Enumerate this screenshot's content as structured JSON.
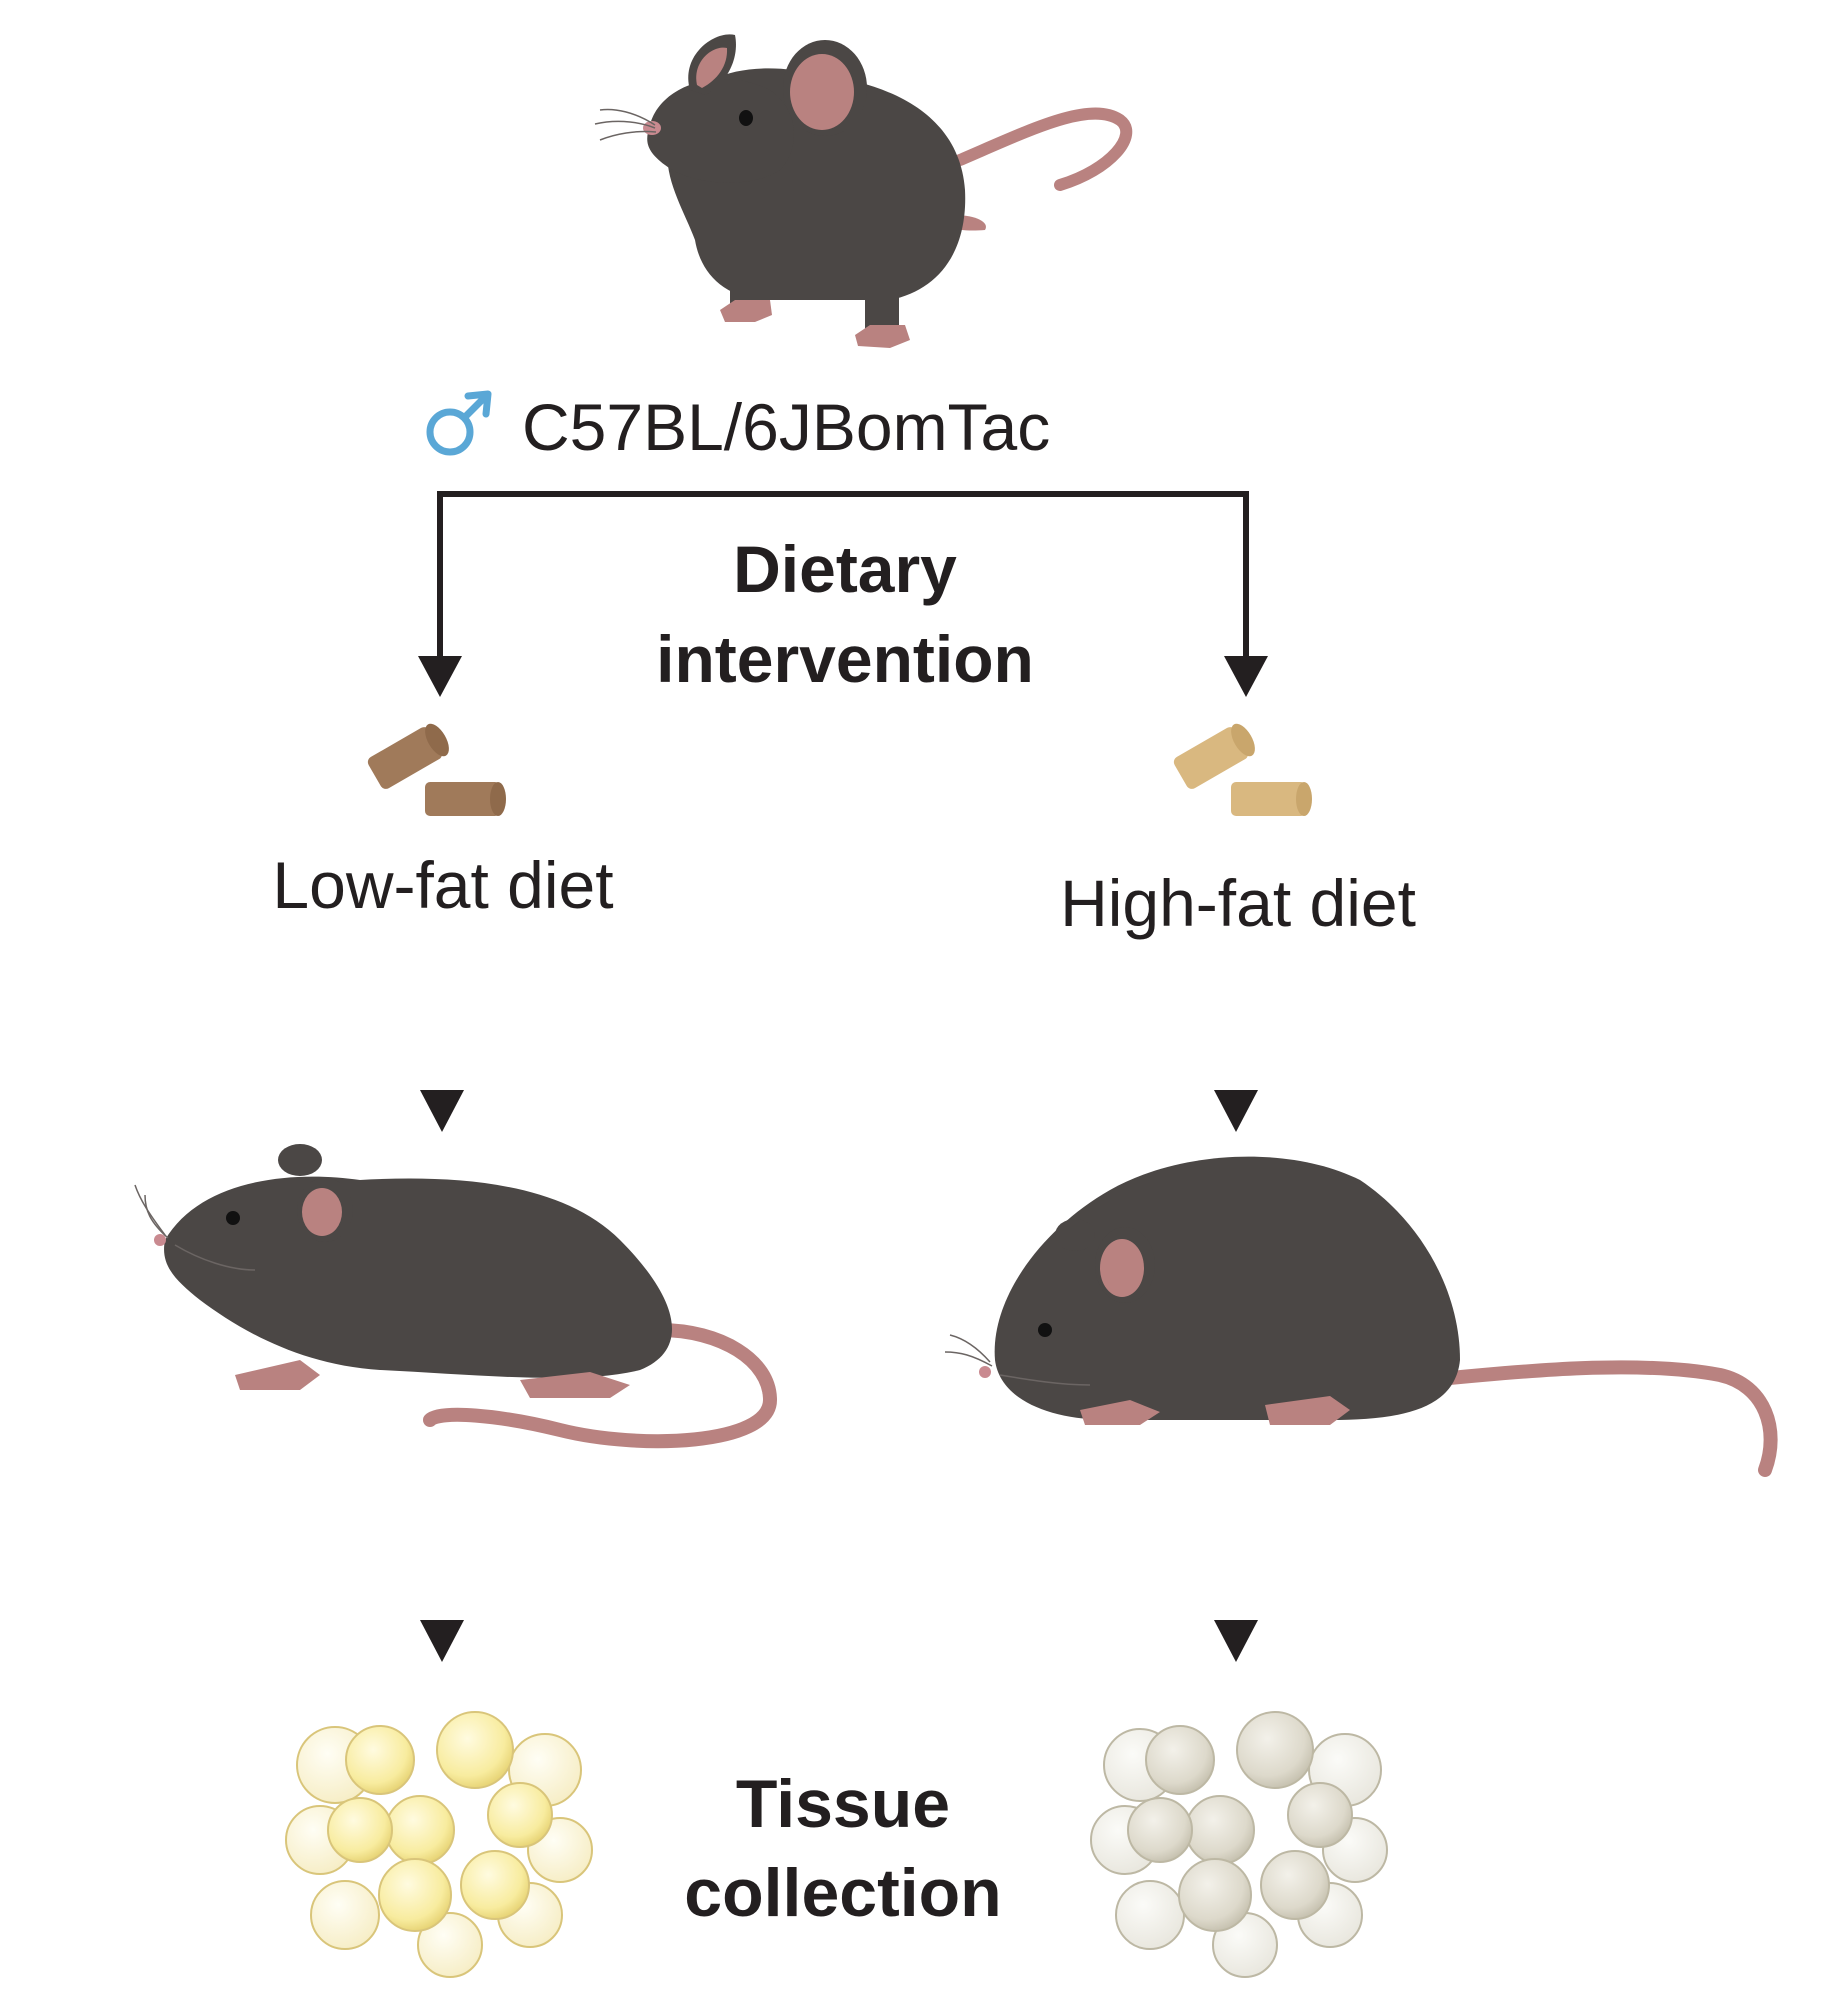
{
  "strain": {
    "sex_symbol": "♂",
    "name": "C57BL/6JBomTac"
  },
  "intervention": {
    "line1": "Dietary",
    "line2": "intervention"
  },
  "diets": {
    "low": {
      "label": "Low-fat diet"
    },
    "high": {
      "label": "High-fat diet"
    }
  },
  "collection": {
    "line1": "Tissue",
    "line2": "collection"
  },
  "colors": {
    "text": "#231f20",
    "arrow": "#231f20",
    "mouse_body": "#4b4745",
    "mouse_skin": "#b98280",
    "male_symbol": "#5aa7d6",
    "low_fat_pellet": "#a07a5a",
    "high_fat_pellet": "#d9b880",
    "low_fat_cells": "#f3e08a",
    "high_fat_cells": "#d8d4c4"
  }
}
